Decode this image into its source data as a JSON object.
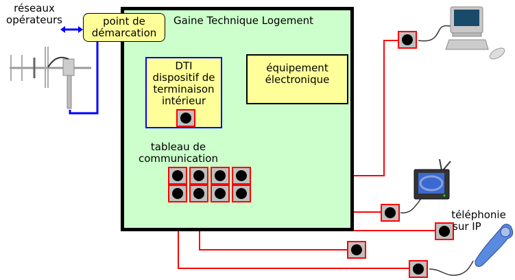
{
  "labels": {
    "operators": "réseaux\nopérateurs",
    "operators_line1": "réseaux",
    "operators_line2": "opérateurs",
    "demarcation_line1": "point de",
    "demarcation_line2": "démarcation",
    "gtl_title": "Gaine Technique Logement",
    "dti_line1": "DTI",
    "dti_line2": "dispositif de",
    "dti_line3": "terminaison",
    "dti_line4": "intérieur",
    "equip_line1": "équipement",
    "equip_line2": "électronique",
    "tableau_line1": "tableau de",
    "tableau_line2": "communication",
    "ip_phone_line1": "téléphonie",
    "ip_phone_line2": "sur IP"
  },
  "devices": [
    "antenna",
    "computer",
    "television",
    "ip-telephone"
  ],
  "colors": {
    "gtl_fill": "#ccffcc",
    "box_fill": "#ffff99",
    "coax": "#0000ff",
    "ethernet": "#ff0000",
    "link": "#000000",
    "jack": "#c0c0c0"
  }
}
